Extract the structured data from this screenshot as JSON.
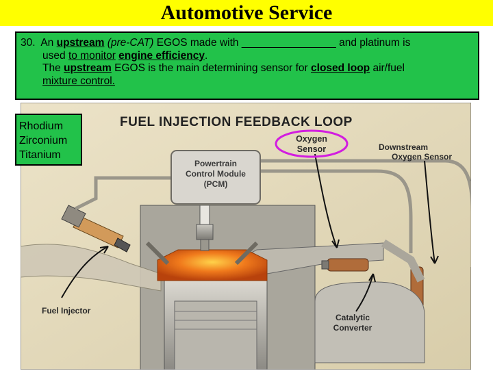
{
  "header": {
    "title": "Automotive Service"
  },
  "question": {
    "number": "30.",
    "l1_pre": "An",
    "l1_upstream": "upstream",
    "l1_precat": "(pre-CAT)",
    "l1_mid": "EGOS made with",
    "l1_blank": "________________",
    "l1_post": "and platinum is",
    "l2_pre": "used",
    "l2_monitor": "to monitor",
    "l2_engine": "engine efficiency",
    "l2_end": ".",
    "l3_the": "The",
    "l3_upstream": "upstream",
    "l3_mid": "EGOS is the main determining sensor for",
    "l3_closed": "closed loop",
    "l3_post": "air/fuel",
    "l4": "mixture control."
  },
  "choices": [
    "Rhodium",
    "Zirconium",
    "Titanium"
  ],
  "diagram": {
    "title": "FUEL INJECTION FEEDBACK LOOP",
    "oxygen_sensor": [
      "Oxygen",
      "Sensor"
    ],
    "downstream": [
      "Downstream",
      "Oxygen Sensor"
    ],
    "pcm": [
      "Powertrain",
      "Control Module",
      "(PCM)"
    ],
    "fuel_injector": "Fuel Injector",
    "catalytic": [
      "Catalytic",
      "Converter"
    ]
  },
  "colors": {
    "title_bg": "#ffff00",
    "question_bg": "#22c24a",
    "highlight_ellipse": "#d21ee0"
  }
}
